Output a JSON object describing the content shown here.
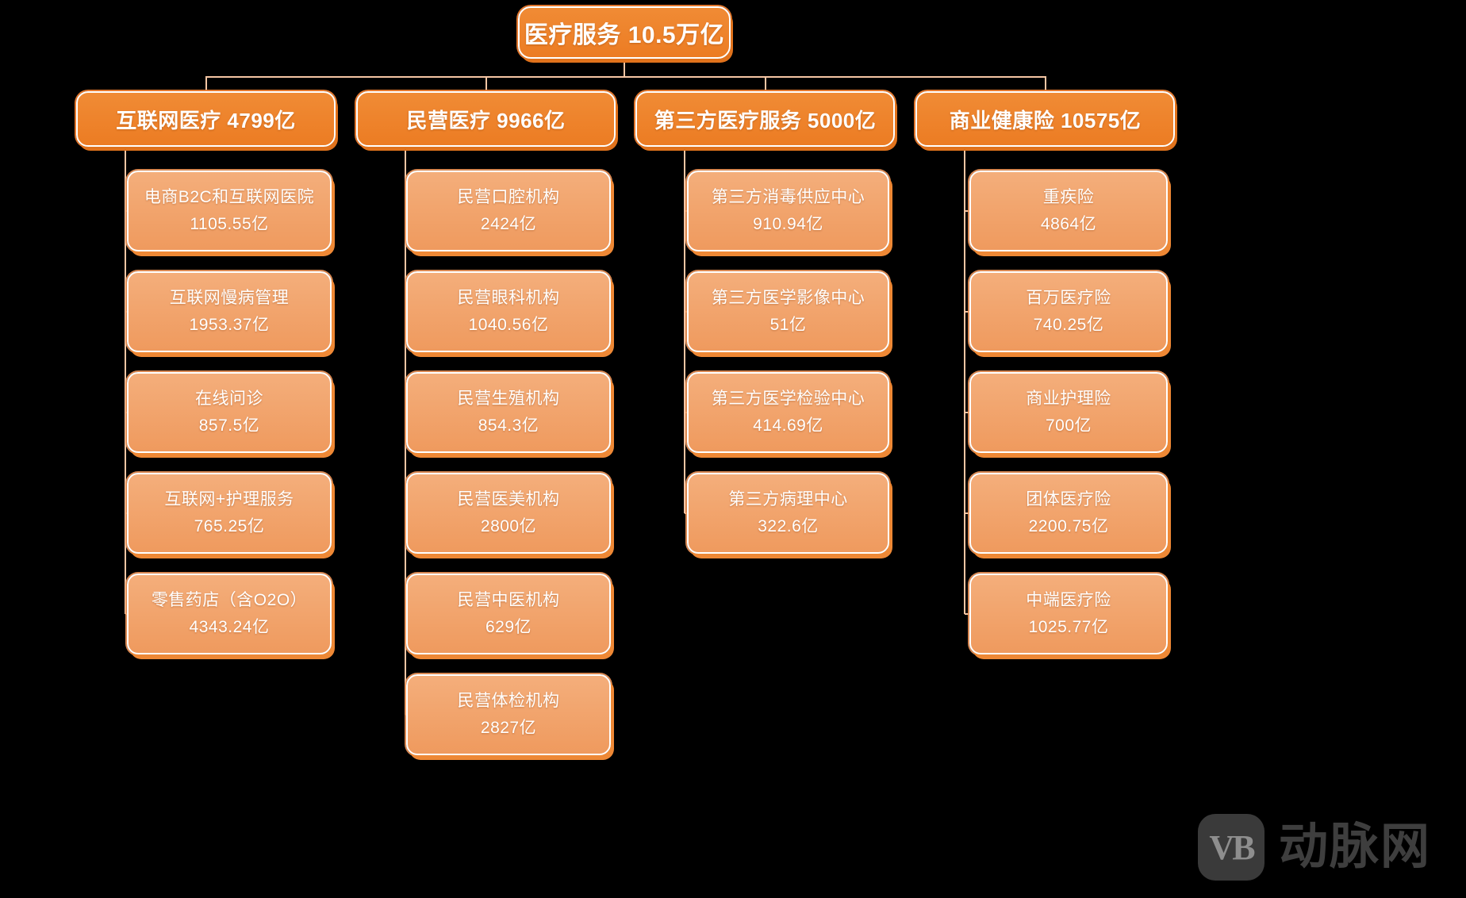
{
  "chart_data": {
    "type": "diagram",
    "title": "医疗服务 10.5万亿",
    "root": {
      "label": "医疗服务 10.5万亿",
      "name": "医疗服务",
      "value": "10.5万亿"
    },
    "columns": [
      {
        "parent": {
          "label": "互联网医疗  4799亿",
          "name": "互联网医疗",
          "value": "4799亿"
        },
        "children": [
          {
            "title": "电商B2C和互联网医院",
            "value": "1105.55亿"
          },
          {
            "title": "互联网慢病管理",
            "value": "1953.37亿"
          },
          {
            "title": "在线问诊",
            "value": "857.5亿"
          },
          {
            "title": "互联网+护理服务",
            "value": "765.25亿"
          },
          {
            "title": "零售药店（含O2O）",
            "value": "4343.24亿"
          }
        ]
      },
      {
        "parent": {
          "label": "民营医疗 9966亿",
          "name": "民营医疗",
          "value": "9966亿"
        },
        "children": [
          {
            "title": "民营口腔机构",
            "value": "2424亿"
          },
          {
            "title": "民营眼科机构",
            "value": "1040.56亿"
          },
          {
            "title": "民营生殖机构",
            "value": "854.3亿"
          },
          {
            "title": "民营医美机构",
            "value": "2800亿"
          },
          {
            "title": "民营中医机构",
            "value": "629亿"
          },
          {
            "title": "民营体检机构",
            "value": "2827亿"
          }
        ]
      },
      {
        "parent": {
          "label": "第三方医疗服务 5000亿",
          "name": "第三方医疗服务",
          "value": "5000亿"
        },
        "children": [
          {
            "title": "第三方消毒供应中心",
            "value": "910.94亿"
          },
          {
            "title": "第三方医学影像中心",
            "value": "51亿"
          },
          {
            "title": "第三方医学检验中心",
            "value": "414.69亿"
          },
          {
            "title": "第三方病理中心",
            "value": "322.6亿"
          }
        ]
      },
      {
        "parent": {
          "label": "商业健康险 10575亿",
          "name": "商业健康险",
          "value": "10575亿"
        },
        "children": [
          {
            "title": "重疾险",
            "value": "4864亿"
          },
          {
            "title": "百万医疗险",
            "value": "740.25亿"
          },
          {
            "title": "商业护理险",
            "value": "700亿"
          },
          {
            "title": "团体医疗险",
            "value": "2200.75亿"
          },
          {
            "title": "中端医疗险",
            "value": "1025.77亿"
          }
        ]
      }
    ],
    "colors": {
      "background": "#000000",
      "node_fill": "#ED7C23",
      "leaf_fill": "#F0A067",
      "border": "#FFFFFF",
      "connector": "#F6C6A4",
      "shadow": "#E0721C"
    }
  },
  "watermark": {
    "badge": "VB",
    "text": "动脉网"
  }
}
